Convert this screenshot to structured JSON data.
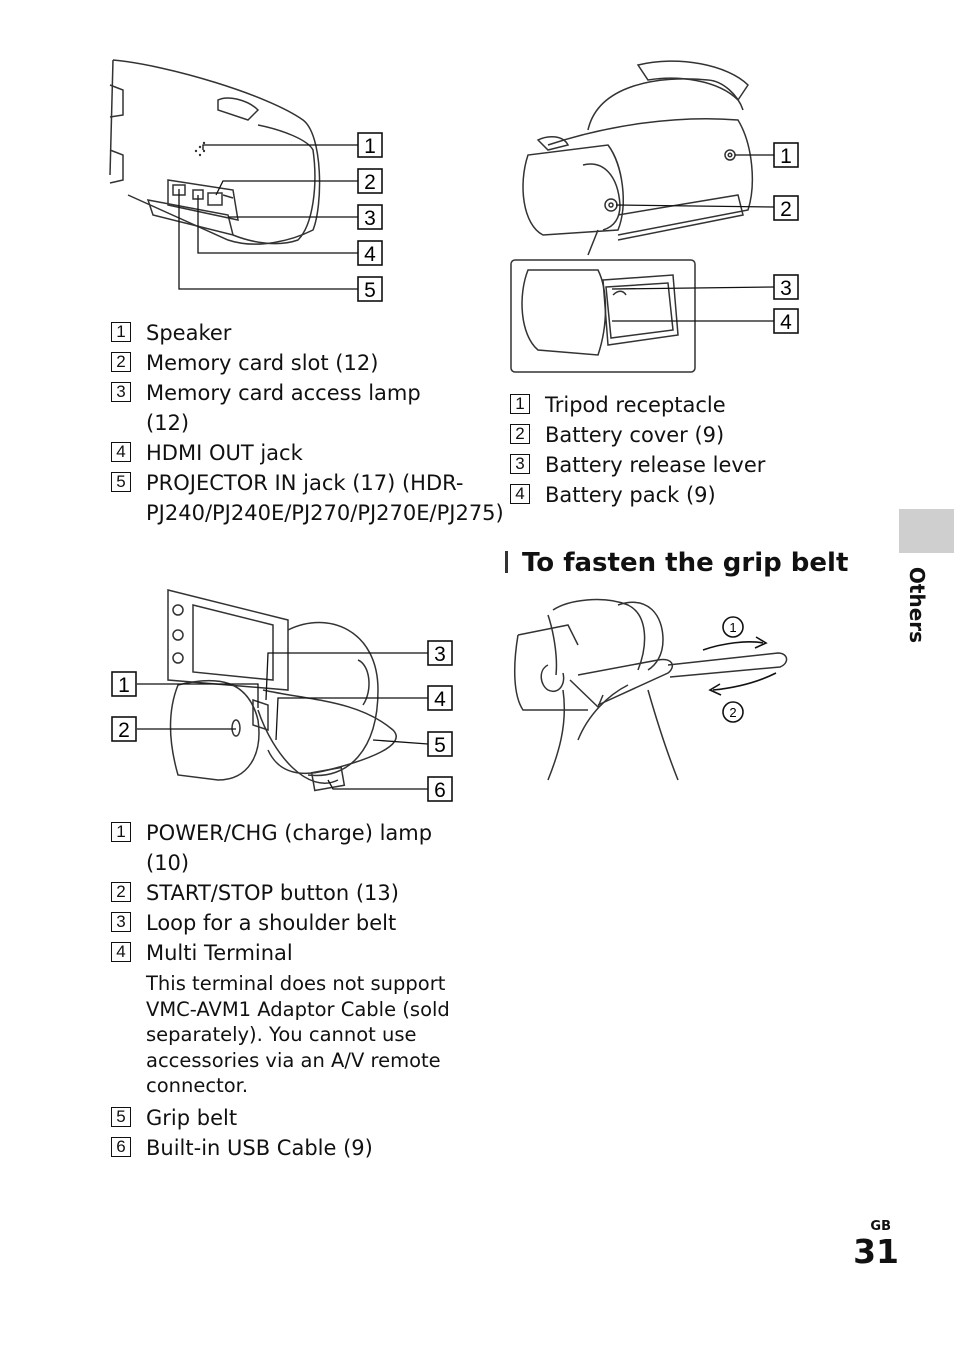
{
  "fig1": {
    "labels": [
      "1",
      "2",
      "3",
      "4",
      "5"
    ],
    "items": [
      {
        "num": "1",
        "text": "Speaker"
      },
      {
        "num": "2",
        "text": "Memory card slot (12)"
      },
      {
        "num": "3",
        "text": "Memory card access lamp (12)"
      },
      {
        "num": "4",
        "text": "HDMI OUT jack"
      },
      {
        "num": "5",
        "text": "PROJECTOR IN jack (17) (HDR-PJ240/PJ240E/PJ270/PJ270E/PJ275)"
      }
    ]
  },
  "fig2": {
    "labels": [
      "1",
      "2",
      "3",
      "4",
      "5",
      "6"
    ],
    "items": [
      {
        "num": "1",
        "text": "POWER/CHG (charge) lamp (10)"
      },
      {
        "num": "2",
        "text": "START/STOP button (13)"
      },
      {
        "num": "3",
        "text": "Loop for a shoulder belt"
      },
      {
        "num": "4",
        "text": "Multi Terminal"
      },
      {
        "num": "5",
        "text": "Grip belt"
      },
      {
        "num": "6",
        "text": "Built-in USB Cable (9)"
      }
    ],
    "note": "This terminal does not support VMC-AVM1 Adaptor Cable (sold separately). You cannot use accessories via an A/V remote connector."
  },
  "fig3": {
    "labels": [
      "1",
      "2",
      "3",
      "4"
    ],
    "items": [
      {
        "num": "1",
        "text": "Tripod receptacle"
      },
      {
        "num": "2",
        "text": "Battery cover (9)"
      },
      {
        "num": "3",
        "text": "Battery release lever"
      },
      {
        "num": "4",
        "text": "Battery pack (9)"
      }
    ]
  },
  "section": {
    "heading": "To fasten the grip belt",
    "step1": "1",
    "step2": "2"
  },
  "sidebar": {
    "label": "Others"
  },
  "footer": {
    "region": "GB",
    "page": "31"
  }
}
